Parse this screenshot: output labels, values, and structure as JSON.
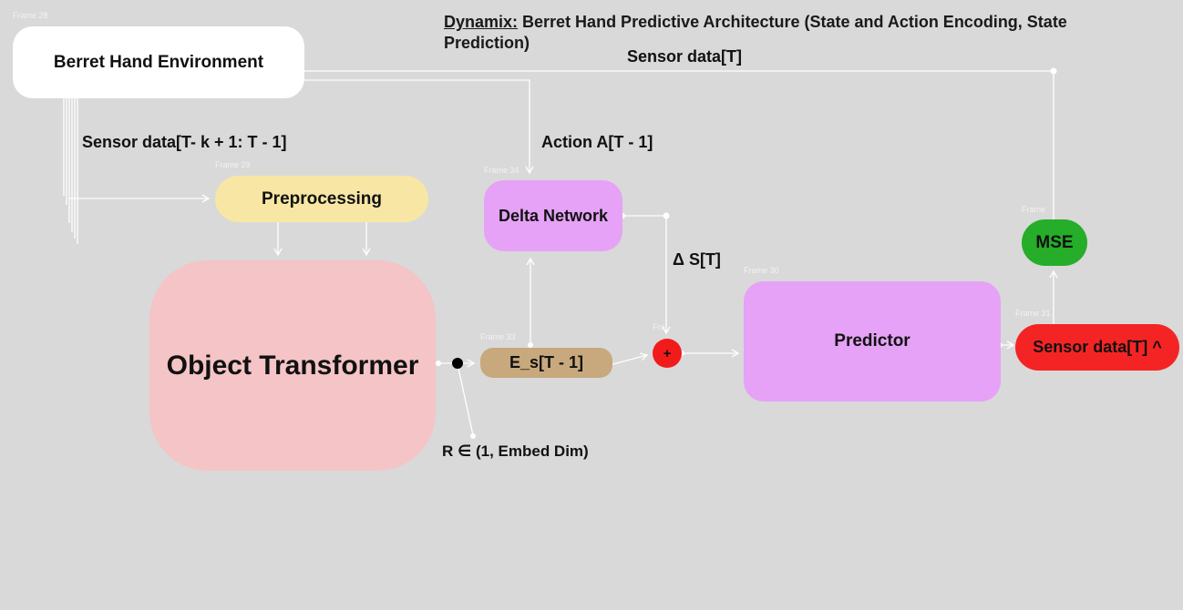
{
  "title": {
    "prefix": "Dynamix:",
    "rest": " Berret Hand Predictive Architecture (State and Action Encoding, State Prediction)"
  },
  "nodes": {
    "env": "Berret Hand Environment",
    "preprocessing": "Preprocessing",
    "delta": "Delta Network",
    "object_transformer": "Object Transformer",
    "es": "E_s[T - 1]",
    "plus": "+",
    "predictor": "Predictor",
    "sensor_out": "Sensor data[T] ^",
    "mse": "MSE"
  },
  "edge_labels": {
    "sensor_t": "Sensor data[T]",
    "sensor_hist": "Sensor data[T- k + 1: T - 1]",
    "action": "Action A[T - 1]",
    "delta_s": "Δ S[T]",
    "r_dim": "R ∈ (1, Embed Dim)"
  },
  "frame_tags": {
    "env": "Frame 28",
    "pre": "Frame 29",
    "delta": "Frame 34",
    "es": "Frame 33",
    "plus": "Fra",
    "pred": "Frame 30",
    "mse": "Frame",
    "out": "Frame 31"
  },
  "colors": {
    "background": "#d9d9d9",
    "env": "#ffffff",
    "preprocessing": "#f8e6a5",
    "delta": "#e6a2f6",
    "object_transformer": "#f5c4c6",
    "es": "#c7a97d",
    "plus": "#f21b1b",
    "predictor": "#e6a2f6",
    "sensor_out": "#f52424",
    "mse": "#26ad29",
    "arrows": "#ffffff"
  }
}
